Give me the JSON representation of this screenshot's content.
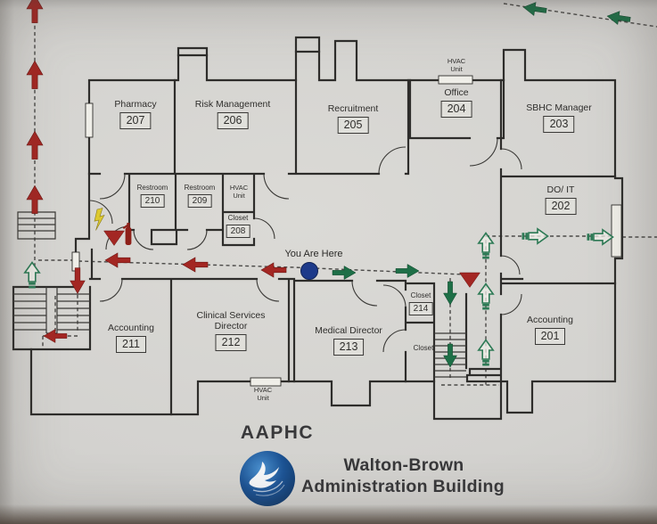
{
  "map": {
    "you_are_here": "You Are Here",
    "closet_label": "Closet",
    "hvac": {
      "line1": "HVAC",
      "line2": "Unit"
    },
    "rooms": [
      {
        "name": "Pharmacy",
        "number": "207"
      },
      {
        "name": "Risk Management",
        "number": "206"
      },
      {
        "name": "Recruitment",
        "number": "205"
      },
      {
        "name": "Office",
        "number": "204"
      },
      {
        "name": "SBHC Manager",
        "number": "203"
      },
      {
        "name": "DO/ IT",
        "number": "202"
      },
      {
        "name": "Restroom",
        "number": "210"
      },
      {
        "name": "Restroom",
        "number": "209"
      },
      {
        "name": "Closet",
        "number": "208"
      },
      {
        "name": "Accounting",
        "number": "211"
      },
      {
        "name": "Clinical Services Director",
        "number": "212"
      },
      {
        "name": "Medical Director",
        "number": "213"
      },
      {
        "name": "Closet",
        "number": "214"
      },
      {
        "name": "Accounting",
        "number": "201"
      }
    ],
    "colors": {
      "evac-red": "#a32723",
      "evac-green": "#1e6f47",
      "evac-outline-green": "#2d7a55",
      "you-are-here-blue": "#1d3a8a",
      "alarm-yellow": "#ddc92f",
      "extinguisher-red": "#8e2019"
    }
  },
  "footer": {
    "org_acronym": "AAPHC",
    "building_line1": "Walton-Brown",
    "building_line2": "Administration Building"
  }
}
